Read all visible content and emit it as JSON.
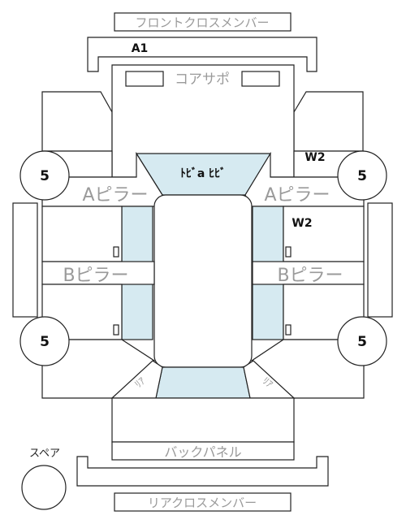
{
  "colors": {
    "outline": "#222222",
    "glass_fill": "#d6eaf1",
    "label_gray": "#9a9a9a",
    "background": "#ffffff"
  },
  "labels": {
    "front_cross_member": "フロントクロスメンバー",
    "a1": "A1",
    "core_support": "コアサポ",
    "w2_left_area": "W2",
    "w2_right_area": "W2",
    "front_glass": "ﾄﾋﾞa ﾋﾋﾞ",
    "a_pillar_left": "Aピラー",
    "a_pillar_right": "Aピラー",
    "b_pillar_left": "Bピラー",
    "b_pillar_right": "Bピラー",
    "rear_corner_left": "ﾘｱ",
    "rear_corner_right": "ﾘｱ",
    "back_panel": "バックパネル",
    "spare": "スペア",
    "rear_cross_member": "リアクロスメンバー"
  },
  "wheels": {
    "front_left": "5",
    "front_right": "5",
    "rear_left": "5",
    "rear_right": "5"
  }
}
